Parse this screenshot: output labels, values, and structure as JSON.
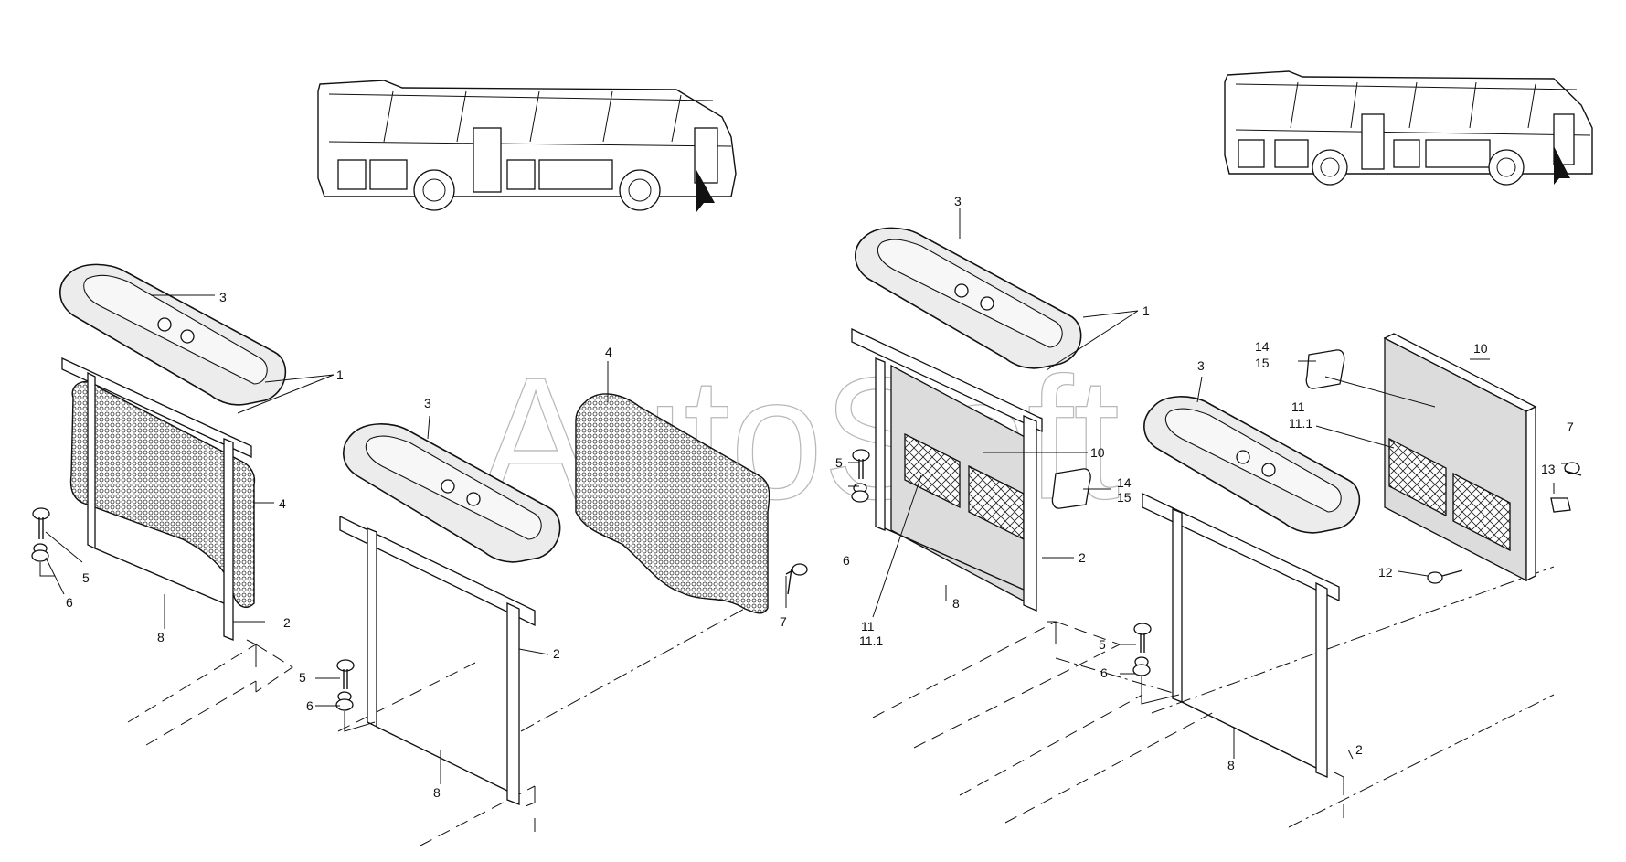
{
  "watermark": "AutoSoft",
  "callouts": {
    "left": {
      "armrest_cover": "3",
      "mounting_point": "1",
      "mesh_panel": "4",
      "stud": "5",
      "washer": "6",
      "base_rail": "8",
      "frame": "2"
    },
    "center": {
      "armrest_cover": "3",
      "frame": "2",
      "stud": "5",
      "washer": "6",
      "base_rail": "8",
      "mesh_panel": "4",
      "screw": "7"
    },
    "right": {
      "armrest_cover": "3",
      "mounting_point": "1",
      "stud": "5",
      "washer": "6",
      "board": "10",
      "clip_a": "14",
      "clip_b": "15",
      "frame": "2",
      "net_a": "11",
      "net_b": "11.1",
      "base_rail": "8"
    },
    "far_right": {
      "armrest_cover": "3",
      "clip_a": "14",
      "clip_b": "15",
      "board": "10",
      "net_a": "11",
      "net_b": "11.1",
      "screw": "7",
      "nut": "13",
      "bolt": "12",
      "stud": "5",
      "washer": "6",
      "base_rail": "8",
      "frame": "2"
    }
  }
}
